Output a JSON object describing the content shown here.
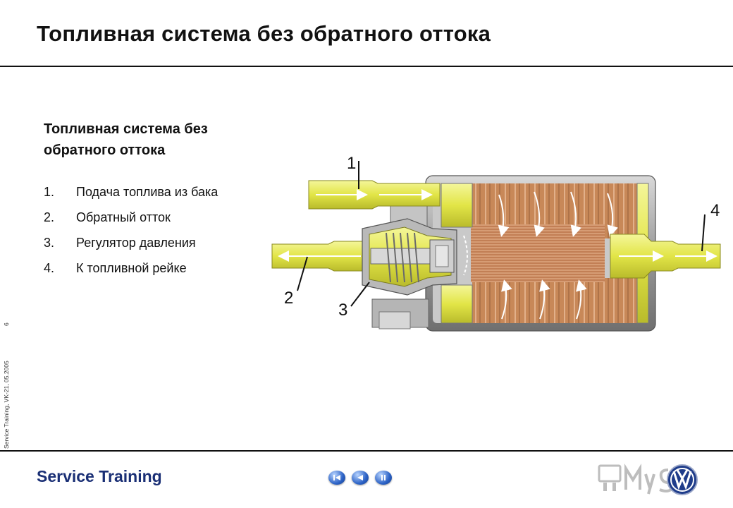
{
  "slide": {
    "title": "Топливная система без обратного оттока",
    "subtitle": "Топливная система без обратного оттока",
    "items": [
      {
        "num": "1.",
        "text": "Подача топлива из бака"
      },
      {
        "num": "2.",
        "text": "Обратный отток"
      },
      {
        "num": "3.",
        "text": "Регулятор давления"
      },
      {
        "num": "4.",
        "text": "К топливной рейке"
      }
    ],
    "callouts": [
      "1",
      "2",
      "3",
      "4"
    ]
  },
  "sidebar": {
    "page_number": "6",
    "caption": "Service Training, VK-21, 05.2005"
  },
  "footer": {
    "brand": "Service Training",
    "nav": [
      "first-slide-icon",
      "previous-slide-icon",
      "pause-icon"
    ]
  },
  "colors": {
    "fuel": "#e3e64a",
    "coil": "#c98a5c",
    "body": "#8c8c8c",
    "brand": "#1a2f75"
  }
}
